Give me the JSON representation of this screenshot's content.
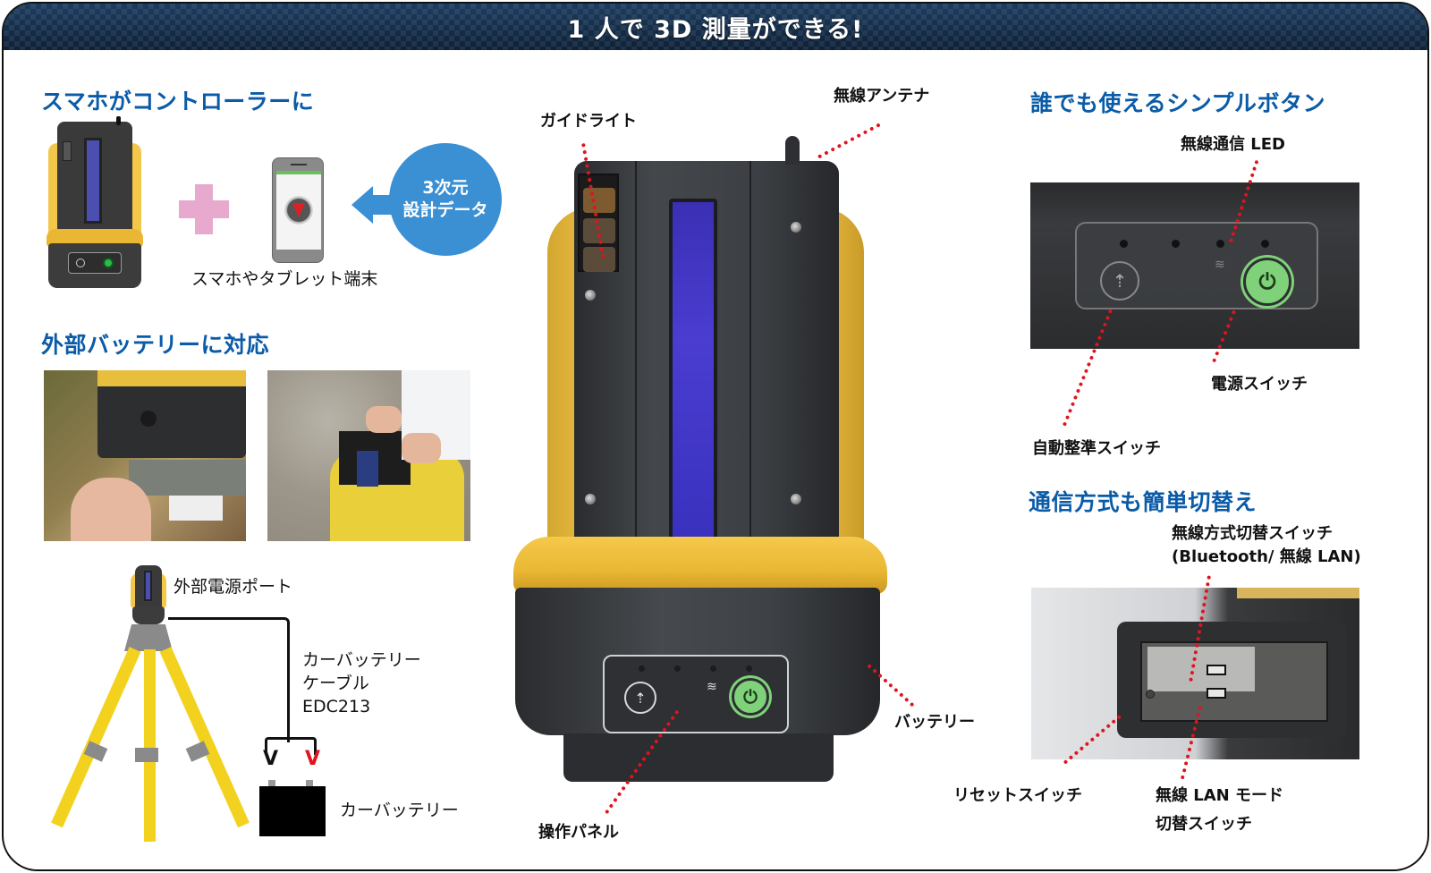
{
  "banner": {
    "title": "1 人で 3D 測量ができる!"
  },
  "sections": {
    "smartphone": {
      "heading": "スマホがコントローラーに",
      "device_caption": "スマホやタブレット端末",
      "bubble_line1": "3次元",
      "bubble_line2": "設計データ",
      "plus_color": "#e7a9cd",
      "bubble_color": "#3b8fd3"
    },
    "external_battery": {
      "heading": "外部バッテリーに対応",
      "port_label": "外部電源ポート",
      "cable_label_line1": "カーバッテリー",
      "cable_label_line2": "ケーブル",
      "cable_label_line3": "EDC213",
      "battery_label": "カーバッテリー",
      "clip_negative": "V",
      "clip_positive": "V"
    },
    "main_device": {
      "callouts": {
        "guide_light": "ガイドライト",
        "antenna": "無線アンテナ",
        "battery": "バッテリー",
        "control_panel": "操作パネル"
      }
    },
    "simple_buttons": {
      "heading": "誰でも使えるシンプルボタン",
      "callouts": {
        "wireless_led": "無線通信 LED",
        "power_switch": "電源スイッチ",
        "auto_level_switch": "自動整準スイッチ"
      }
    },
    "comm_switch": {
      "heading": "通信方式も簡単切替え",
      "callouts": {
        "mode_switch_line1": "無線方式切替スイッチ",
        "mode_switch_line2": "(Bluetooth/ 無線 LAN)",
        "reset_switch": "リセットスイッチ",
        "wlan_mode_line1": "無線 LAN モード",
        "wlan_mode_line2": "切替スイッチ"
      }
    }
  },
  "icons": {
    "power": "⏻",
    "level": "⇡",
    "wifi": "≋"
  },
  "colors": {
    "heading_blue": "#0a5ba8",
    "callout_red": "#e0141e",
    "device_yellow": "#f3c84a",
    "power_green": "#7fd27a",
    "banner_navy": "#132c48"
  }
}
